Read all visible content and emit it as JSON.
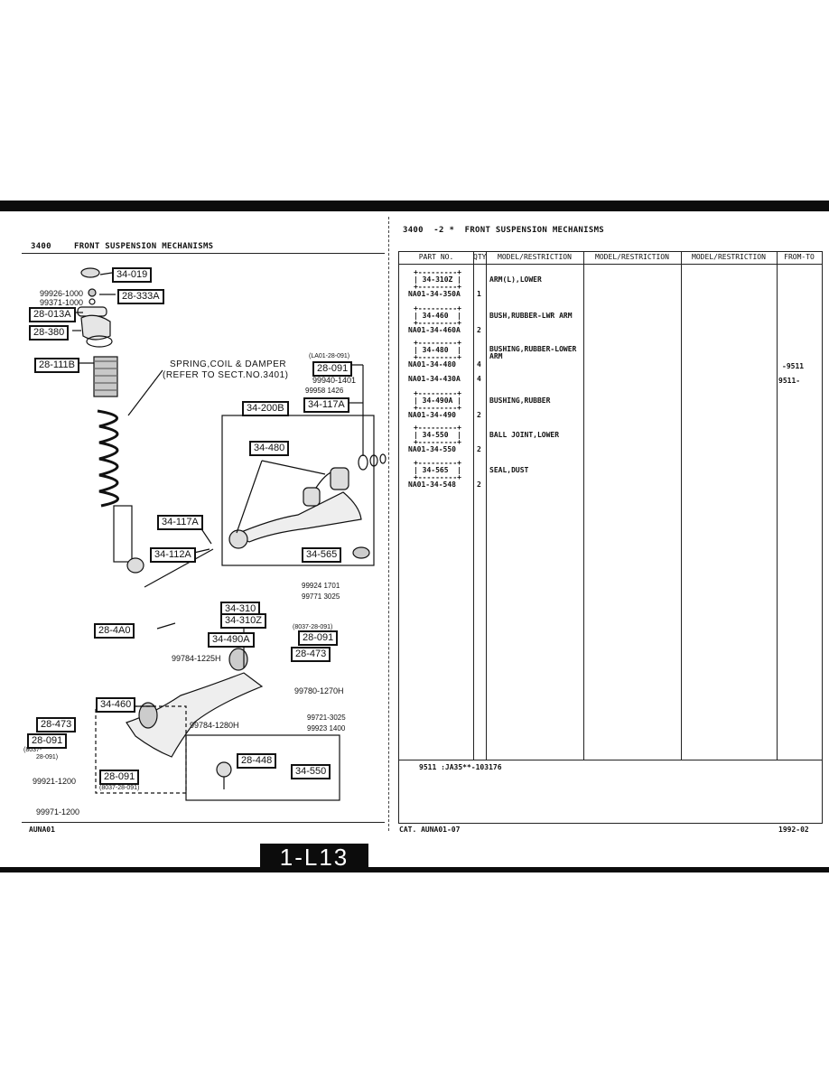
{
  "left_page": {
    "section_no": "3400",
    "section_title": "FRONT SUSPENSION MECHANISMS",
    "footer_code": "AUNA01",
    "callouts": {
      "c1": "34-019",
      "c2": "28-333A",
      "c3": "28-013A",
      "c4": "28-380",
      "c5": "28-111B",
      "c6": "28-091",
      "c7": "34-117A",
      "c8": "34-200B",
      "c9": "34-480",
      "c10": "34-117A",
      "c11": "34-112A",
      "c12": "34-565",
      "c13": "28-4A0",
      "c14": "34-310",
      "c15": "34-310Z",
      "c16": "34-490A",
      "c17": "28-091",
      "c18": "28-473",
      "c19": "34-460",
      "c20": "28-473",
      "c21": "28-091",
      "c22": "28-091",
      "c23": "28-448",
      "c24": "34-550"
    },
    "labels": {
      "l1": "99926-1000",
      "l2": "99371-1000",
      "l3": "SPRING,COIL & DAMPER",
      "l4": "(REFER TO SECT.NO.3401)",
      "l5": "(LA01-28-091)",
      "l6": "99940-1401",
      "l7": "99958 1426",
      "l8": "99924 1701",
      "l9": "99771 3025",
      "l10": "(8037-28-091)",
      "l11": "99784-1225H",
      "l12": "99780-1270H",
      "l13": "99721-3025",
      "l14": "99923 1400",
      "l15": "99784-1280H",
      "l16": "(8037-",
      "l17": "28-091)",
      "l18": "99921-1200",
      "l19": "(8037-28-091)",
      "l20": "99971-1200"
    }
  },
  "right_page": {
    "title": "3400  -2 *  FRONT SUSPENSION MECHANISMS",
    "headers": [
      "PART NO.",
      "QTY",
      "MODEL/RESTRICTION",
      "MODEL/RESTRICTION",
      "MODEL/RESTRICTION",
      "FROM-TO"
    ],
    "rows": [
      {
        "group": "34-310Z",
        "part": "NA01-34-350A",
        "qty": "1",
        "desc": "ARM(L),LOWER",
        "from_to": ""
      },
      {
        "group": "34-460",
        "part": "NA01-34-460A",
        "qty": "2",
        "desc": "BUSH,RUBBER-LWR ARM",
        "from_to": ""
      },
      {
        "group": "34-480",
        "part": "NA01-34-480",
        "qty": "4",
        "desc": "BUSHING,RUBBER-LOWER ARM",
        "from_to": "-9511"
      },
      {
        "group": "",
        "part": "NA01-34-430A",
        "qty": "4",
        "desc": "",
        "from_to": "9511-"
      },
      {
        "group": "34-490A",
        "part": "NA01-34-490",
        "qty": "2",
        "desc": "BUSHING,RUBBER",
        "from_to": ""
      },
      {
        "group": "34-550",
        "part": "NA01-34-550",
        "qty": "2",
        "desc": "BALL JOINT,LOWER",
        "from_to": ""
      },
      {
        "group": "34-565",
        "part": "NA01-34-548",
        "qty": "2",
        "desc": "SEAL,DUST",
        "from_to": ""
      }
    ],
    "note": "9511 :JA35**-103176",
    "catalog": "CAT. AUNA01-07",
    "date": "1992-02"
  },
  "page_number": "1-L13"
}
